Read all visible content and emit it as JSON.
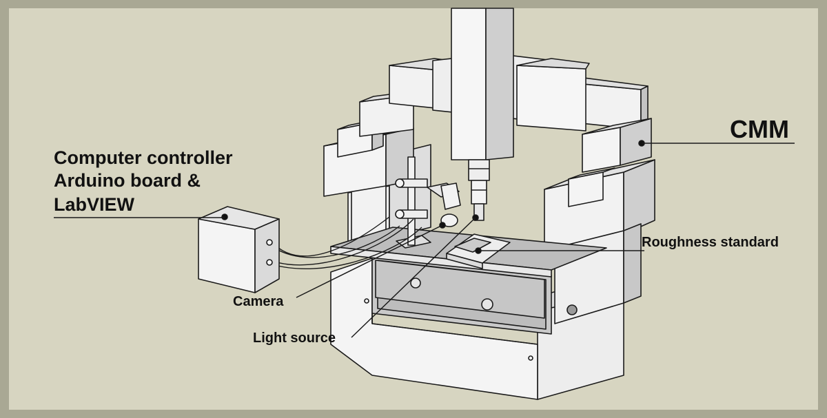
{
  "labels": {
    "cmm": "CMM",
    "controller_line1": "Computer controller",
    "controller_line2": "Arduino board &",
    "controller_line3": "LabVIEW",
    "roughness": "Roughness standard",
    "camera": "Camera",
    "light": "Light source"
  },
  "colors": {
    "frame": "#a9a894",
    "background": "#d7d5c1",
    "machine_face": "#f2f2f2",
    "machine_shade": "#bdbdbd",
    "outline": "#1a1a1a"
  }
}
